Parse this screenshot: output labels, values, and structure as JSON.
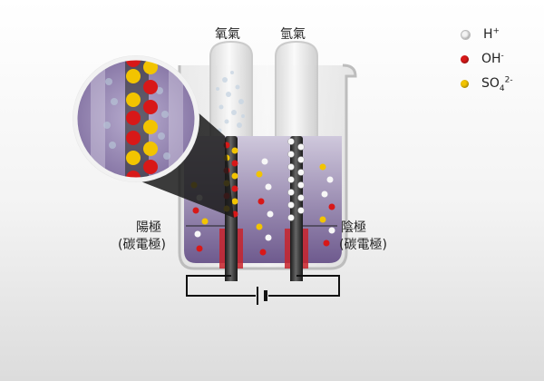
{
  "gas_labels": {
    "anode_gas": "氧氣",
    "cathode_gas": "氫氣"
  },
  "legend": [
    {
      "name": "hydrogen-ion",
      "base": "H",
      "sub": "",
      "sup": "+",
      "color": "#f4f4f4"
    },
    {
      "name": "hydroxide-ion",
      "base": "OH",
      "sub": "",
      "sup": "-",
      "color": "#d81818"
    },
    {
      "name": "sulfate-ion",
      "base": "SO",
      "sub": "4",
      "sup": "2-",
      "color": "#f2c400"
    }
  ],
  "electrodes": {
    "anode_label": "陽極",
    "anode_sub": "(碳電極)",
    "cathode_label": "陰極",
    "cathode_sub": "(碳電極)"
  }
}
